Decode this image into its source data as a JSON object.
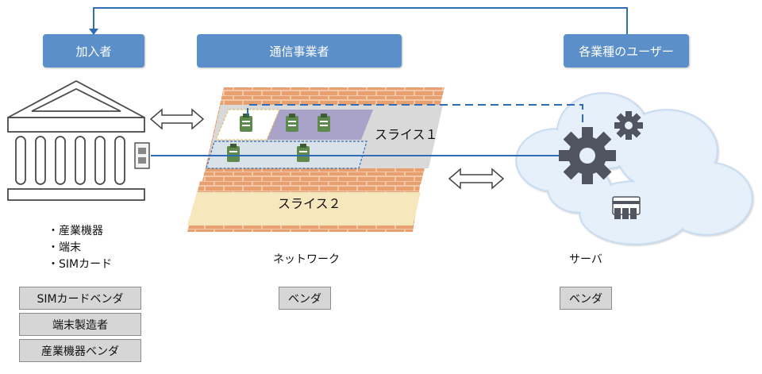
{
  "headers": {
    "subscriber": "加入者",
    "carrier": "通信事業者",
    "industry_users": "各業種のユーザー"
  },
  "slices": {
    "slice1": "スライス１",
    "slice2": "スライス２"
  },
  "devices": [
    "・産業機器",
    "・端末",
    "・SIMカード"
  ],
  "labels": {
    "network": "ネットワーク",
    "server": "サーバ"
  },
  "vendors": {
    "left": [
      "SIMカードベンダ",
      "端末製造者",
      "産業機器ベンダ"
    ],
    "network": "ベンダ",
    "server": "ベンダ"
  },
  "colors": {
    "header_blue": "#5b8fc9",
    "connector": "#2f6db5",
    "brick": "#e8a070",
    "slice2_fill": "#f7e7bc",
    "slice1_fill": "#a9a3c9",
    "cloud": "#dce9f6",
    "gear": "#505560",
    "icon_green": "#5e8a4e"
  },
  "icons": [
    "building-icon",
    "sim-card-icon",
    "gear-icon",
    "small-gear-icon",
    "card-reader-icon",
    "clipboard-icon",
    "double-arrow-icon"
  ]
}
